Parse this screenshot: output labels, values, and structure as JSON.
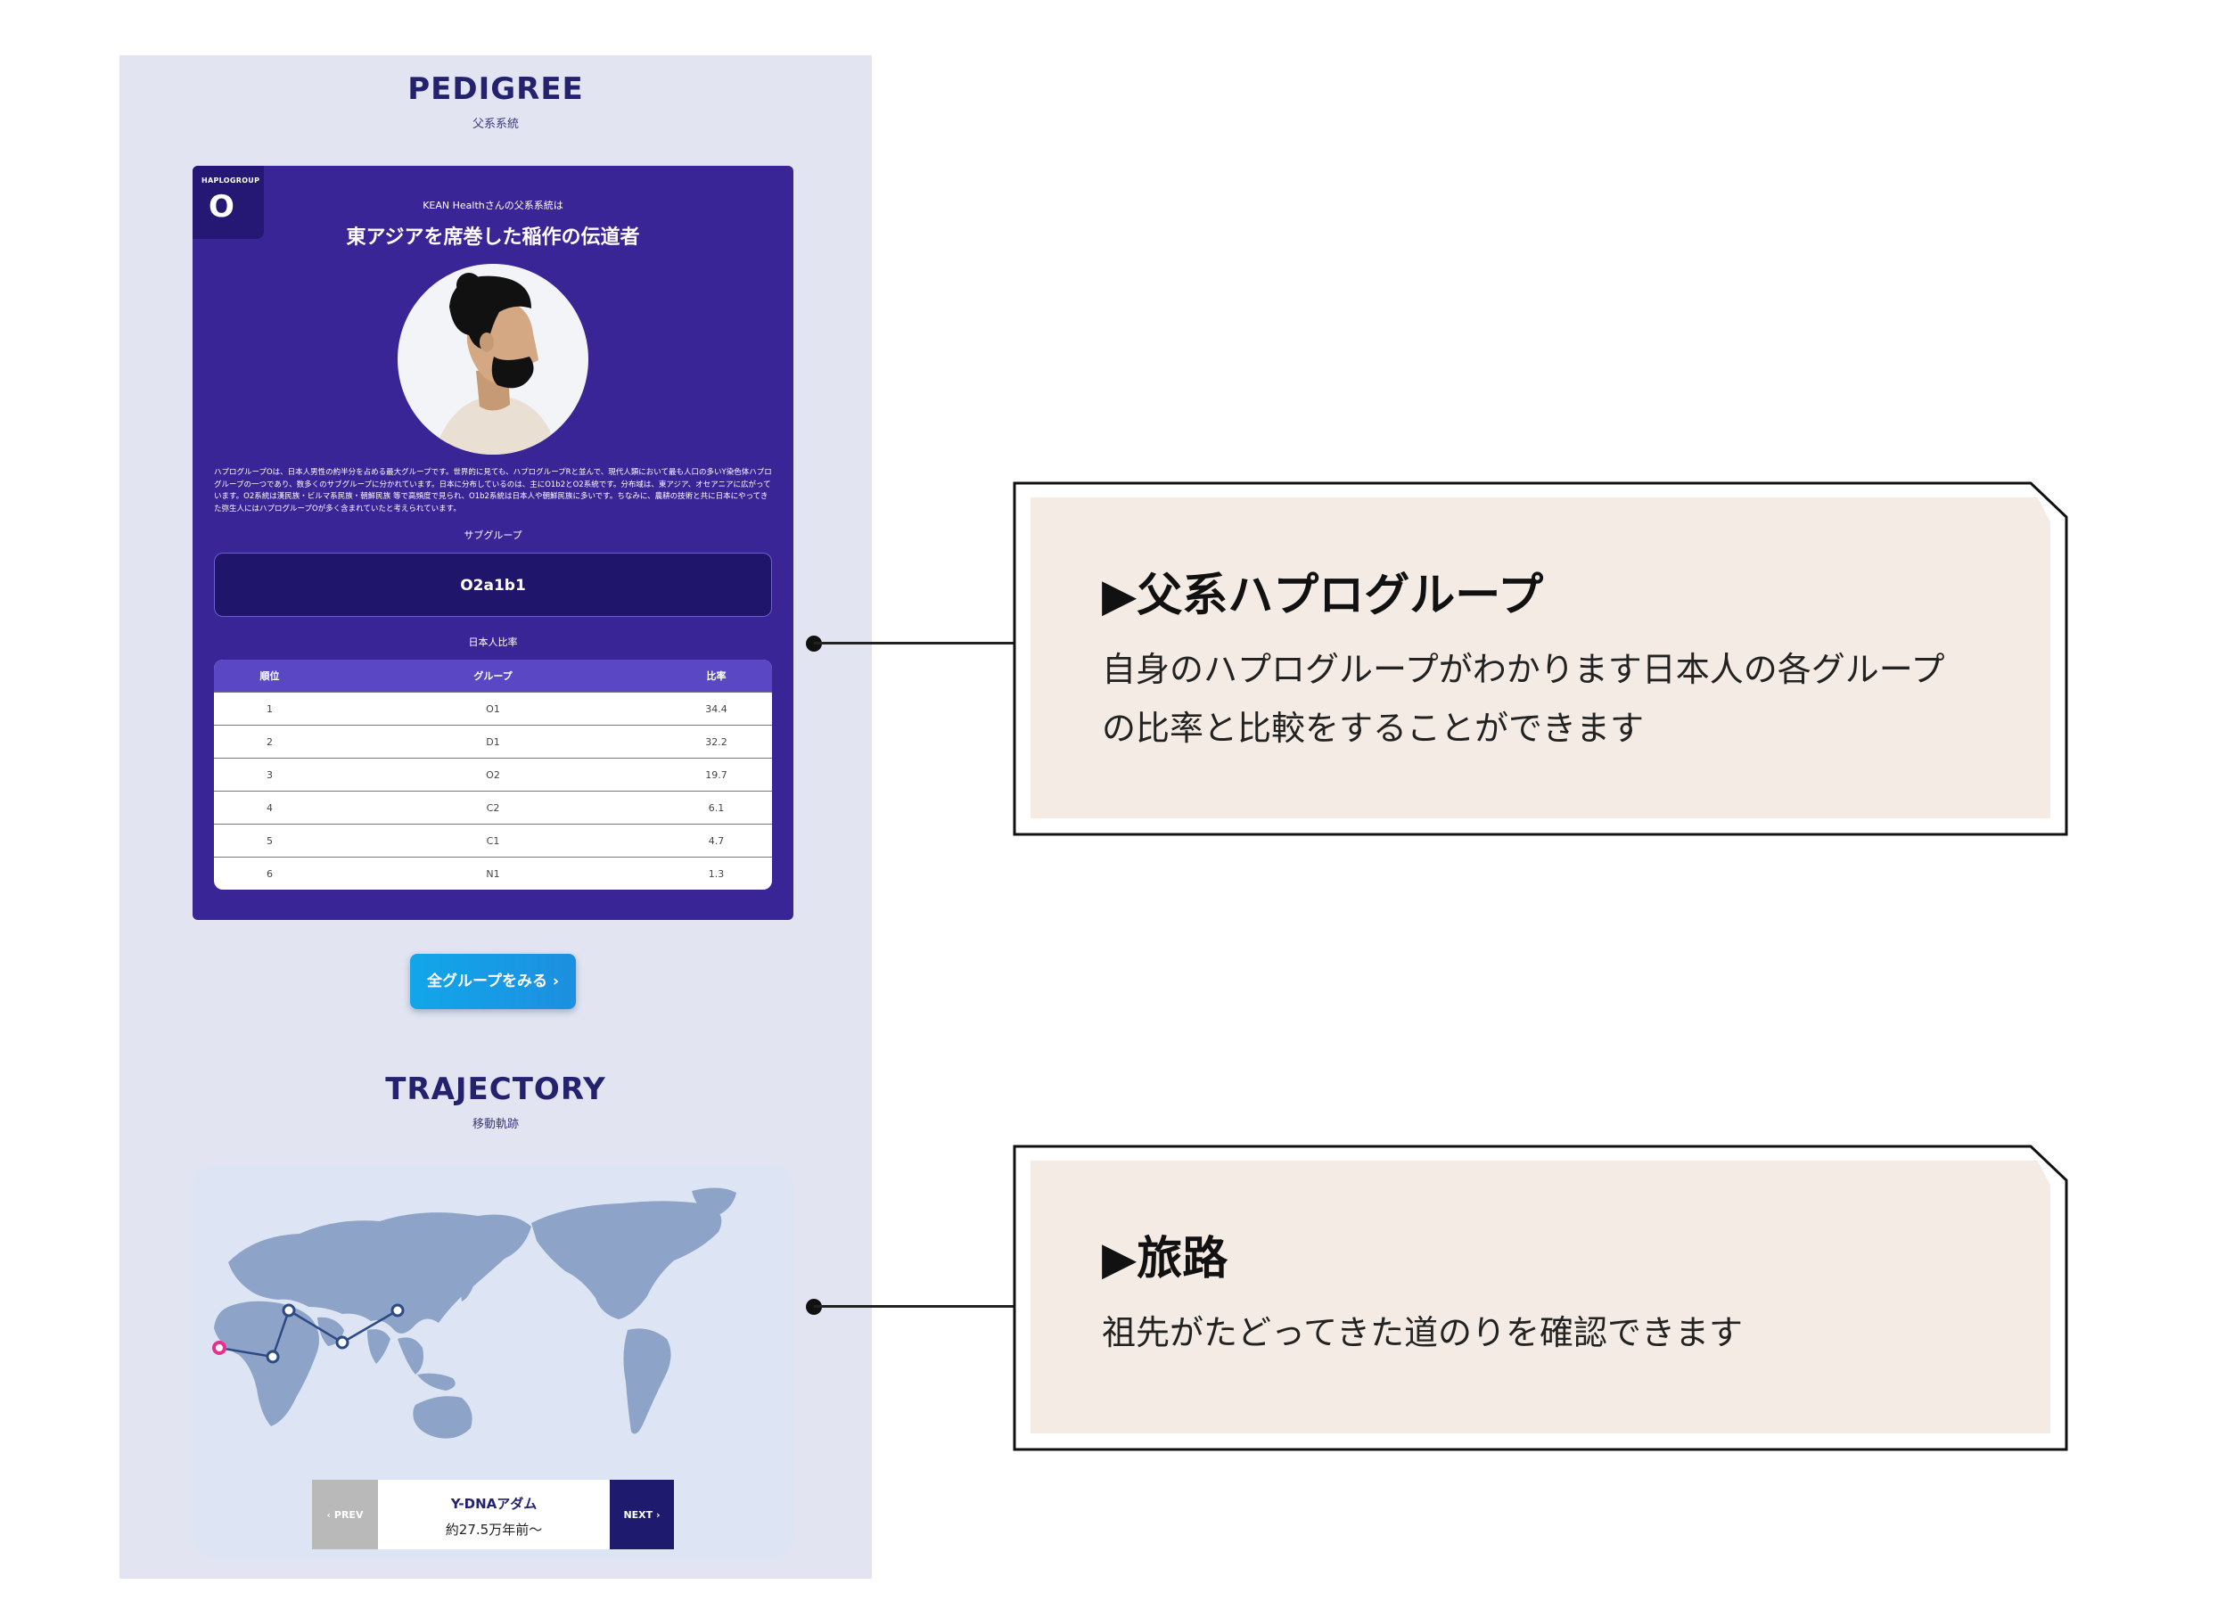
{
  "pedigree": {
    "title": "PEDIGREE",
    "subtitle": "父系系統",
    "card": {
      "badge_label": "HAPLOGROUP",
      "badge_value": "O",
      "intro": "KEAN Healthさんの父系系統は",
      "headline": "東アジアを席巻した稲作の伝道者",
      "avatar_icon": "man-avatar-icon",
      "description": "ハプログループOは、日本人男性の約半分を占める最大グループです。世界的に見ても、ハプログループRと並んで、現代人類において最も人口の多いY染色体ハプログループの一つであり、数多くのサブグループに分かれています。日本に分布しているのは、主にO1b2とO2系統です。分布域は、東アジア、オセアニアに広がっています。O2系統は漢民族・ビルマ系民族・朝鮮民族 等で高頻度で見られ、O1b2系統は日本人や朝鮮民族に多いです。ちなみに、農耕の技術と共に日本にやってきた弥生人にはハプログループOが多く含まれていたと考えられています。",
      "subgroup_label": "サブグループ",
      "subgroup_value": "O2a1b1",
      "ratio_label": "日本人比率",
      "table_headers": [
        "順位",
        "グループ",
        "比率"
      ],
      "table_rows": [
        {
          "rank": "1",
          "group": "O1",
          "ratio": "34.4"
        },
        {
          "rank": "2",
          "group": "D1",
          "ratio": "32.2"
        },
        {
          "rank": "3",
          "group": "O2",
          "ratio": "19.7"
        },
        {
          "rank": "4",
          "group": "C2",
          "ratio": "6.1"
        },
        {
          "rank": "5",
          "group": "C1",
          "ratio": "4.7"
        },
        {
          "rank": "6",
          "group": "N1",
          "ratio": "1.3"
        }
      ]
    },
    "all_groups_button": "全グループをみる ›"
  },
  "trajectory": {
    "title": "TRAJECTORY",
    "subtitle": "移動軌跡",
    "prev_label": "‹ PREV",
    "next_label": "NEXT ›",
    "step_title": "Y-DNAアダム",
    "step_time": "約27.5万年前〜"
  },
  "callouts": {
    "paternal": {
      "heading": "▶父系ハプログループ",
      "body_line1": "自身のハプログループがわかります日本人の各グループ",
      "body_line2": "の比率と比較をすることができます"
    },
    "journey": {
      "heading": "▶旅路",
      "body_line1": "祖先がたどってきた道のりを確認できます"
    }
  },
  "colors": {
    "card_purple": "#3a2597",
    "navy_title": "#24226f",
    "button_blue": "#11a7e8",
    "callout_bg": "#f4ece4",
    "origin_pink": "#e8308f"
  }
}
